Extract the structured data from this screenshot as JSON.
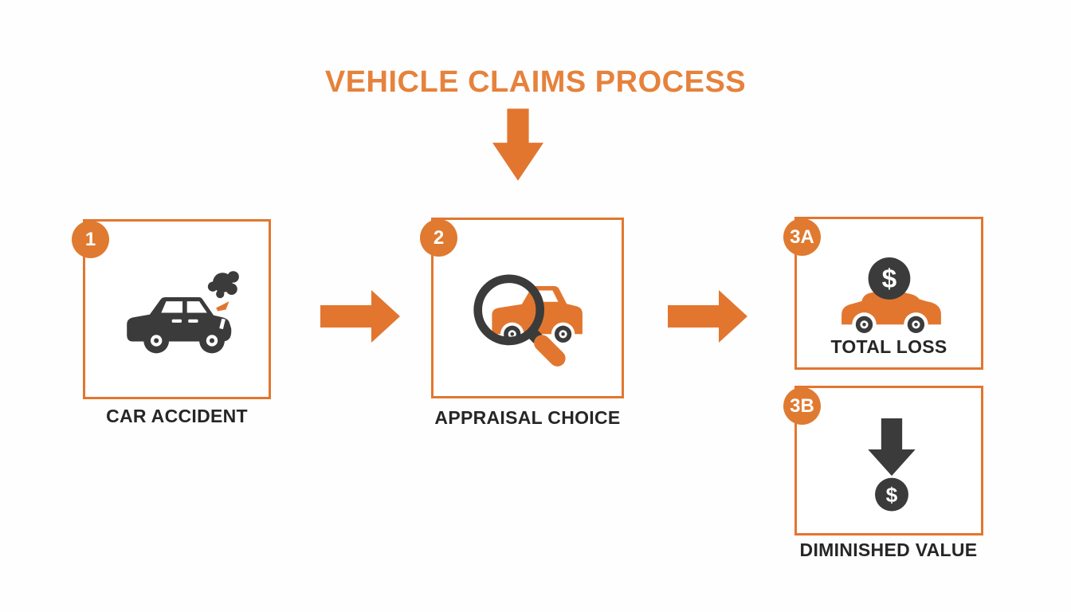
{
  "title": {
    "text": "VEHICLE CLAIMS PROCESS"
  },
  "colors": {
    "accent_orange": "#E2762F",
    "title_orange": "#E6823C",
    "badge_orange": "#E07A30",
    "icon_dark": "#3B3B3B",
    "label_text": "#262626",
    "background": "#FFFFFF"
  },
  "symbols": {
    "dollar": "$"
  },
  "nodes": [
    {
      "id": "car-accident",
      "badge": "1",
      "label": "CAR ACCIDENT",
      "icon": "crashed-car-icon",
      "label_position": "below-box"
    },
    {
      "id": "appraisal-choice",
      "badge": "2",
      "label": "APPRAISAL CHOICE",
      "icon": "car-magnifier-icon",
      "label_position": "below-box"
    },
    {
      "id": "total-loss",
      "badge": "3A",
      "label": "TOTAL LOSS",
      "icon": "car-dollar-icon",
      "label_position": "inside-box"
    },
    {
      "id": "diminished-value",
      "badge": "3B",
      "label": "DIMINISHED VALUE",
      "icon": "dollar-drop-icon",
      "label_position": "below-box"
    }
  ],
  "connectors": [
    {
      "id": "title-to-row",
      "type": "down-arrow"
    },
    {
      "id": "step1-to-step2",
      "type": "right-arrow"
    },
    {
      "id": "step2-to-step3",
      "type": "right-arrow"
    }
  ]
}
